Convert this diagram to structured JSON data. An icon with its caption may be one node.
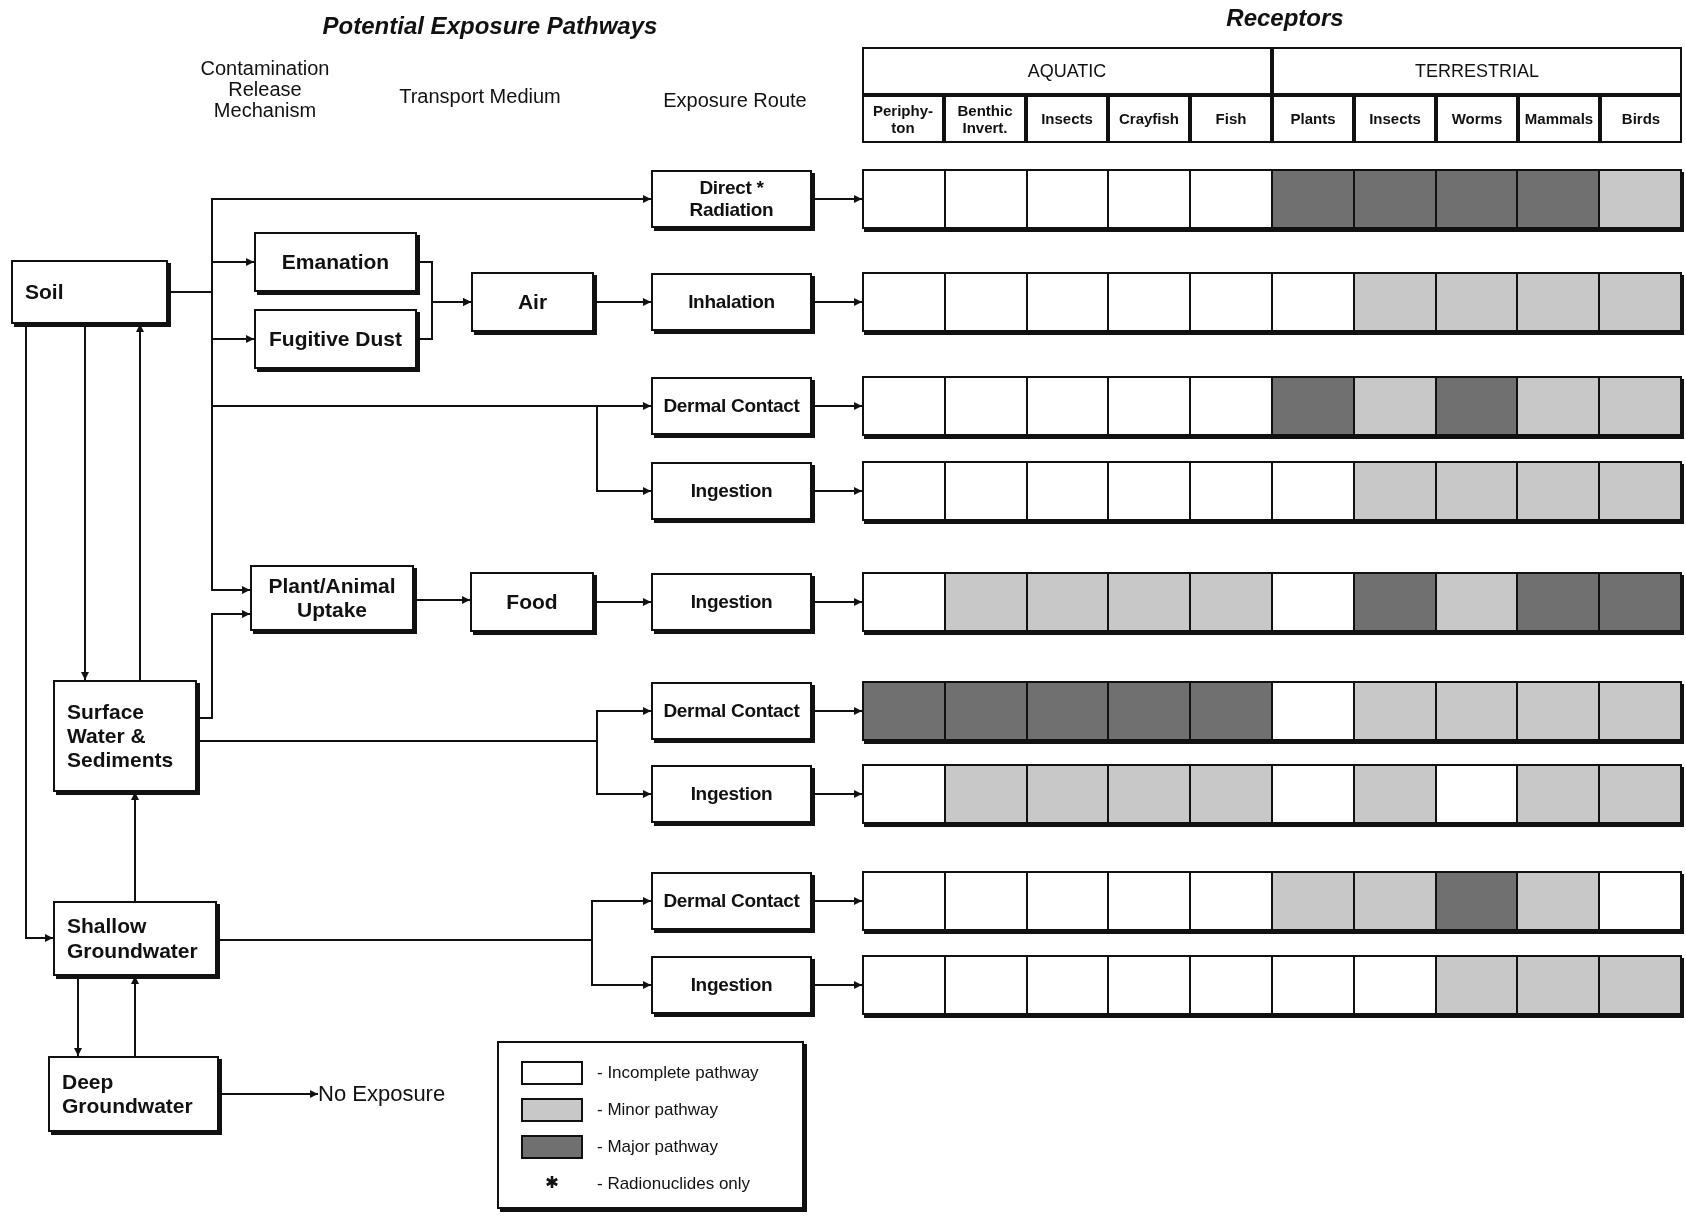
{
  "diagram": {
    "nodes": [
      {
        "text": [
          "Soil"
        ]
      },
      {
        "text": [
          "Emanation"
        ]
      },
      {
        "text": [
          "Fugitive Dust"
        ]
      },
      {
        "text": [
          "Air"
        ]
      },
      {
        "text": [
          "Direct * Radiation"
        ]
      },
      {
        "text": [
          "Inhalation"
        ]
      },
      {
        "text": [
          "Dermal Contact"
        ]
      },
      {
        "text": [
          "Ingestion"
        ]
      },
      {
        "text": [
          "Plant/Animal Uptake"
        ]
      },
      {
        "text": [
          "Food"
        ]
      },
      {
        "text": [
          "Ingestion"
        ]
      },
      {
        "text": [
          "Surface Water & Sediments"
        ]
      },
      {
        "text": [
          "Dermal Contact"
        ]
      },
      {
        "text": [
          "Ingestion"
        ]
      },
      {
        "text": [
          "Shallow Groundwater"
        ]
      },
      {
        "text": [
          "Dermal Contact"
        ]
      },
      {
        "text": [
          "Ingestion"
        ]
      },
      {
        "text": [
          "Deep Groundwater"
        ]
      },
      {
        "text": [
          "No Exposure"
        ]
      },
      {
        "text": [
          "AQUATIC"
        ]
      },
      {
        "text": [
          "TERRESTRIAL"
        ]
      },
      {
        "text": [
          "Periphy-ton"
        ]
      },
      {
        "text": [
          "Benthic Invert."
        ]
      },
      {
        "text": [
          "Insects"
        ]
      },
      {
        "text": [
          "Crayfish"
        ]
      },
      {
        "text": [
          "Fish"
        ]
      },
      {
        "text": [
          "Plants"
        ]
      },
      {
        "text": [
          "Insects"
        ]
      },
      {
        "text": [
          "Worms"
        ]
      },
      {
        "text": [
          "Mammals"
        ]
      },
      {
        "text": [
          "Birds"
        ]
      },
      {
        "text": [],
        "shape": "bar"
      },
      {
        "text": [],
        "shape": "box",
        "in": 31
      },
      {
        "text": [],
        "shape": "box",
        "in": 31
      },
      {
        "text": [],
        "shape": "box",
        "in": 31
      },
      {
        "text": [],
        "shape": "box",
        "in": 31
      },
      {
        "text": [],
        "shape": "box",
        "in": 31
      },
      {
        "text": [],
        "shape": "box",
        "in": 31
      },
      {
        "text": [],
        "shape": "box",
        "in": 31
      },
      {
        "text": [],
        "shape": "box",
        "in": 31
      },
      {
        "text": [],
        "shape": "box",
        "in": 31
      },
      {
        "text": [],
        "shape": "box",
        "in": 31
      },
      {
        "text": [],
        "shape": "bar"
      },
      {
        "text": [],
        "shape": "box",
        "in": 42
      },
      {
        "text": [],
        "shape": "box",
        "in": 42
      },
      {
        "text": [],
        "shape": "box",
        "in": 42
      },
      {
        "text": [],
        "shape": "box",
        "in": 42
      },
      {
        "text": [],
        "shape": "box",
        "in": 42
      },
      {
        "text": [],
        "shape": "box",
        "in": 42
      },
      {
        "text": [],
        "shape": "box",
        "in": 42
      },
      {
        "text": [],
        "shape": "box",
        "in": 42
      },
      {
        "text": [],
        "shape": "box",
        "in": 42
      },
      {
        "text": [],
        "shape": "box",
        "in": 42
      },
      {
        "text": [],
        "shape": "bar"
      },
      {
        "text": [],
        "shape": "box",
        "in": 53
      },
      {
        "text": [],
        "shape": "box",
        "in": 53
      },
      {
        "text": [],
        "shape": "box",
        "in": 53
      },
      {
        "text": [],
        "shape": "box",
        "in": 53
      },
      {
        "text": [],
        "shape": "box",
        "in": 53
      },
      {
        "text": [],
        "shape": "box",
        "in": 53
      },
      {
        "text": [],
        "shape": "box",
        "in": 53
      },
      {
        "text": [],
        "shape": "box",
        "in": 53
      },
      {
        "text": [],
        "shape": "box",
        "in": 53
      },
      {
        "text": [],
        "shape": "box",
        "in": 53
      },
      {
        "text": [],
        "shape": "bar"
      },
      {
        "text": [],
        "shape": "box",
        "in": 64
      },
      {
        "text": [],
        "shape": "box",
        "in": 64
      },
      {
        "text": [],
        "shape": "box",
        "in": 64
      },
      {
        "text": [],
        "shape": "box",
        "in": 64
      },
      {
        "text": [],
        "shape": "box",
        "in": 64
      },
      {
        "text": [],
        "shape": "box",
        "in": 64
      },
      {
        "text": [],
        "shape": "box",
        "in": 64
      },
      {
        "text": [],
        "shape": "box",
        "in": 64
      },
      {
        "text": [],
        "shape": "box",
        "in": 64
      },
      {
        "text": [],
        "shape": "box",
        "in": 64
      },
      {
        "text": [],
        "shape": "bar"
      },
      {
        "text": [],
        "shape": "box",
        "in": 75
      },
      {
        "text": [],
        "shape": "box",
        "in": 75
      },
      {
        "text": [],
        "shape": "box",
        "in": 75
      },
      {
        "text": [],
        "shape": "box",
        "in": 75
      },
      {
        "text": [],
        "shape": "box",
        "in": 75
      },
      {
        "text": [],
        "shape": "box",
        "in": 75
      },
      {
        "text": [],
        "shape": "box",
        "in": 75
      },
      {
        "text": [],
        "shape": "box",
        "in": 75
      },
      {
        "text": [],
        "shape": "box",
        "in": 75
      },
      {
        "text": [],
        "shape": "box",
        "in": 75
      },
      {
        "text": [],
        "shape": "bar"
      },
      {
        "text": [],
        "shape": "box",
        "in": 86
      },
      {
        "text": [],
        "shape": "box",
        "in": 86
      },
      {
        "text": [],
        "shape": "box",
        "in": 86
      },
      {
        "text": [],
        "shape": "box",
        "in": 86
      },
      {
        "text": [],
        "shape": "box",
        "in": 86
      },
      {
        "text": [],
        "shape": "box",
        "in": 86
      },
      {
        "text": [],
        "shape": "box",
        "in": 86
      },
      {
        "text": [],
        "shape": "box",
        "in": 86
      },
      {
        "text": [],
        "shape": "box",
        "in": 86
      },
      {
        "text": [],
        "shape": "box",
        "in": 86
      },
      {
        "text": [],
        "shape": "bar"
      },
      {
        "text": [],
        "shape": "box",
        "in": 97
      },
      {
        "text": [],
        "shape": "box",
        "in": 97
      },
      {
        "text": [],
        "shape": "box",
        "in": 97
      },
      {
        "text": [],
        "shape": "box",
        "in": 97
      },
      {
        "text": [],
        "shape": "box",
        "in": 97
      },
      {
        "text": [],
        "shape": "box",
        "in": 97
      },
      {
        "text": [],
        "shape": "box",
        "in": 97
      },
      {
        "text": [],
        "shape": "box",
        "in": 97
      },
      {
        "text": [],
        "shape": "box",
        "in": 97
      },
      {
        "text": [],
        "shape": "box",
        "in": 97
      },
      {
        "text": [],
        "shape": "bar"
      },
      {
        "text": [],
        "shape": "box",
        "in": 108
      },
      {
        "text": [],
        "shape": "box",
        "in": 108
      },
      {
        "text": [],
        "shape": "box",
        "in": 108
      },
      {
        "text": [],
        "shape": "box",
        "in": 108
      },
      {
        "text": [],
        "shape": "box",
        "in": 108
      },
      {
        "text": [],
        "shape": "box",
        "in": 108
      },
      {
        "text": [],
        "shape": "box",
        "in": 108
      },
      {
        "text": [],
        "shape": "box",
        "in": 108
      },
      {
        "text": [],
        "shape": "box",
        "in": 108
      },
      {
        "text": [],
        "shape": "box",
        "in": 108
      },
      {
        "text": [],
        "shape": "bar"
      },
      {
        "text": [],
        "shape": "box",
        "in": 119
      },
      {
        "text": [],
        "shape": "box",
        "in": 119
      },
      {
        "text": [],
        "shape": "box",
        "in": 119
      },
      {
        "text": [],
        "shape": "box",
        "in": 119
      },
      {
        "text": [],
        "shape": "box",
        "in": 119
      },
      {
        "text": [],
        "shape": "box",
        "in": 119
      },
      {
        "text": [],
        "shape": "box",
        "in": 119
      },
      {
        "text": [],
        "shape": "box",
        "in": 119
      },
      {
        "text": [],
        "shape": "box",
        "in": 119
      },
      {
        "text": [],
        "shape": "box",
        "in": 119
      }
    ],
    "edges": [
      {
        "from": 0,
        "to": 4,
        "arrow": "to"
      },
      {
        "from": 0,
        "to": 1,
        "arrow": "to"
      },
      {
        "from": 0,
        "to": 2,
        "arrow": "to"
      },
      {
        "from": 0,
        "to": 6,
        "arrow": "to"
      },
      {
        "from": 0,
        "to": 7,
        "arrow": "to"
      },
      {
        "from": 0,
        "to": 8,
        "arrow": "to"
      },
      {
        "from": 1,
        "to": 3,
        "arrow": "to"
      },
      {
        "from": 2,
        "to": 3,
        "arrow": "to"
      },
      {
        "from": 3,
        "to": 5,
        "arrow": "to"
      },
      {
        "from": 8,
        "to": 9,
        "arrow": "to"
      },
      {
        "from": 9,
        "to": 10,
        "arrow": "to"
      },
      {
        "from": 11,
        "to": 8,
        "arrow": "to"
      },
      {
        "from": 11,
        "to": 12,
        "arrow": "to"
      },
      {
        "from": 11,
        "to": 13,
        "arrow": "to"
      },
      {
        "from": 14,
        "to": 15,
        "arrow": "to"
      },
      {
        "from": 14,
        "to": 16,
        "arrow": "to"
      },
      {
        "from": 0,
        "to": 11,
        "arrow": "to"
      },
      {
        "from": 11,
        "to": 0,
        "arrow": "to"
      },
      {
        "from": 0,
        "to": 14,
        "arrow": "to"
      },
      {
        "from": 14,
        "to": 11,
        "arrow": "to"
      },
      {
        "from": 14,
        "to": 17,
        "arrow": "to"
      },
      {
        "from": 17,
        "to": 14,
        "arrow": "to"
      },
      {
        "from": 17,
        "to": 18,
        "arrow": "to"
      },
      {
        "from": 4,
        "to": 31,
        "arrow": "to"
      },
      {
        "from": 5,
        "to": 42,
        "arrow": "to"
      },
      {
        "from": 6,
        "to": 53,
        "arrow": "to"
      },
      {
        "from": 7,
        "to": 64,
        "arrow": "to"
      },
      {
        "from": 10,
        "to": 75,
        "arrow": "to"
      },
      {
        "from": 12,
        "to": 86,
        "arrow": "to"
      },
      {
        "from": 13,
        "to": 97,
        "arrow": "to"
      },
      {
        "from": 15,
        "to": 108,
        "arrow": "to"
      },
      {
        "from": 16,
        "to": 119,
        "arrow": "to"
      }
    ],
    "labels": [
      "Potential Exposure Pathways",
      "Receptors",
      "Contamination Release Mechanism",
      "Transport Medium",
      "Exposure Route"
    ],
    "legend": [
      {
        "text": "- Incomplete pathway",
        "color": "#ffffff"
      },
      {
        "text": "- Minor pathway",
        "color": "#c8c8c8"
      },
      {
        "text": "- Major pathway",
        "color": "#707070"
      },
      {
        "text": "- Radionuclides only"
      }
    ]
  }
}
